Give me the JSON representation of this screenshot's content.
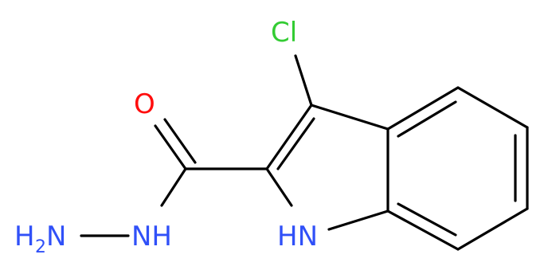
{
  "molecule": {
    "atoms": {
      "chlorine": {
        "text": "Cl",
        "color": "#33cc33"
      },
      "oxygen": {
        "text": "O",
        "color": "#ff0d0d"
      },
      "ring_nh": {
        "text": "HN",
        "color": "#3050f8"
      },
      "hydrazide_nh": {
        "text": "NH",
        "color": "#3050f8"
      },
      "amine": {
        "main": "H",
        "subscript": "2",
        "tail": "N",
        "color": "#3050f8"
      }
    },
    "bond_color": "#000000"
  }
}
